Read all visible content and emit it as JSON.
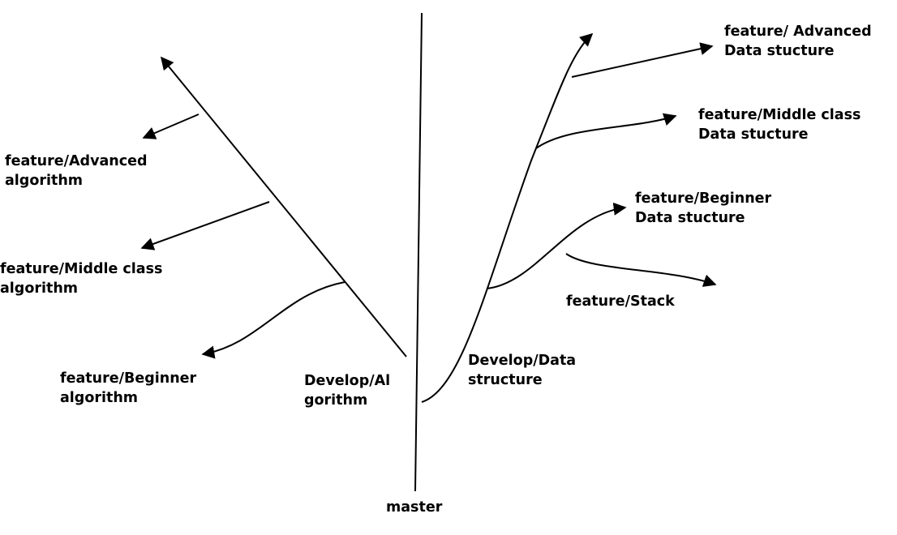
{
  "colors": {
    "line": "#000000",
    "background": "#ffffff"
  },
  "labels": {
    "master": "master",
    "develop_algorithm": [
      "Develop/Al",
      "gorithm"
    ],
    "develop_data_structure": [
      "Develop/Data",
      "structure"
    ],
    "feature_advanced_algorithm": [
      "feature/Advanced",
      "algorithm"
    ],
    "feature_middle_algorithm": [
      "feature/Middle class",
      "algorithm"
    ],
    "feature_beginner_algorithm": [
      "feature/Beginner",
      "algorithm"
    ],
    "feature_advanced_data": [
      "feature/ Advanced",
      "Data stucture"
    ],
    "feature_middle_data": [
      "feature/Middle class",
      "Data stucture"
    ],
    "feature_beginner_data": [
      "feature/Beginner",
      "Data stucture"
    ],
    "feature_stack": [
      "feature/Stack"
    ]
  }
}
